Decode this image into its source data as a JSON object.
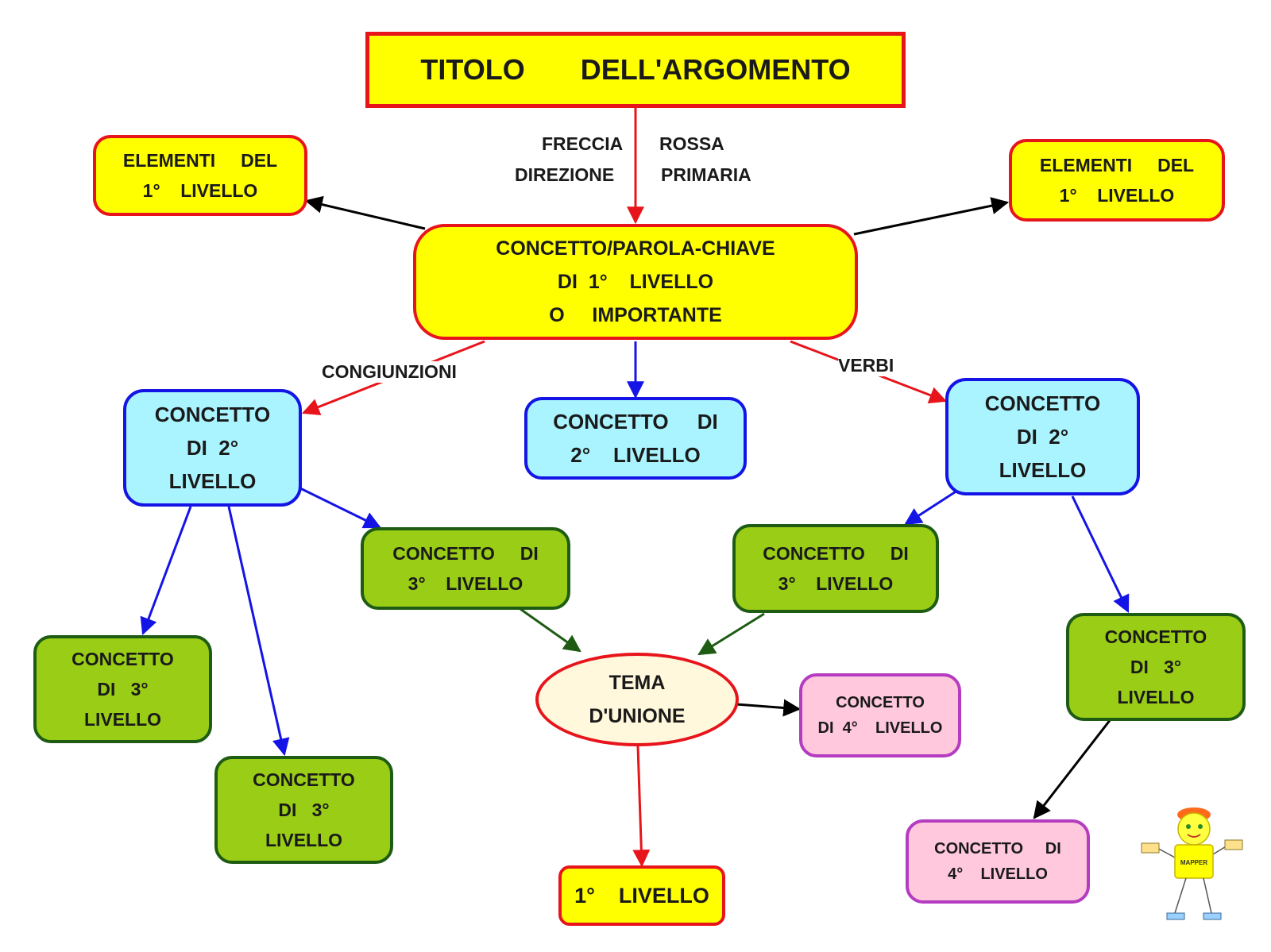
{
  "title": "TITOLO       DELL'ARGOMENTO",
  "arrow_note": {
    "line1_left": "FRECCIA",
    "line1_right": "ROSSA",
    "line2_left": "DIREZIONE",
    "line2_right": "PRIMARIA"
  },
  "link_labels": {
    "left": "CONGIUNZIONI",
    "right": "VERBI"
  },
  "nodes": {
    "elements_left": [
      "ELEMENTI     DEL",
      "1°    LIVELLO"
    ],
    "elements_right": [
      "ELEMENTI     DEL",
      "1°    LIVELLO"
    ],
    "key_concept": [
      "CONCETTO/PAROLA-CHIAVE",
      "DI  1°    LIVELLO",
      "O     IMPORTANTE"
    ],
    "concept2_left": [
      "CONCETTO",
      "DI  2°",
      "LIVELLO"
    ],
    "concept2_center": [
      "CONCETTO     DI",
      "2°    LIVELLO"
    ],
    "concept2_right": [
      "CONCETTO",
      "DI  2°",
      "LIVELLO"
    ],
    "concept3_center_left": [
      "CONCETTO     DI",
      "3°    LIVELLO"
    ],
    "concept3_center_right": [
      "CONCETTO     DI",
      "3°    LIVELLO"
    ],
    "concept3_far_left": [
      "CONCETTO",
      "DI   3°",
      "LIVELLO"
    ],
    "concept3_bottom_left": [
      "CONCETTO",
      "DI   3°",
      "LIVELLO"
    ],
    "concept3_right": [
      "CONCETTO",
      "DI   3°",
      "LIVELLO"
    ],
    "union_theme": [
      "TEMA",
      "D'UNIONE"
    ],
    "concept4_center": [
      "CONCETTO",
      "DI  4°    LIVELLO"
    ],
    "concept4_right": [
      "CONCETTO     DI",
      "4°    LIVELLO"
    ],
    "level1_bottom": [
      "1°    LIVELLO"
    ]
  },
  "mascot_label": "MAPPER",
  "colors": {
    "primary_red": "#e8141b",
    "level1_yellow": "#ffff00",
    "level2_cyan": "#aaf4ff",
    "level3_green": "#9acd16",
    "level4_pink": "#ffc8dc",
    "arrow_blue": "#1414e6",
    "arrow_green": "#1e5c14",
    "arrow_black": "#000000"
  }
}
